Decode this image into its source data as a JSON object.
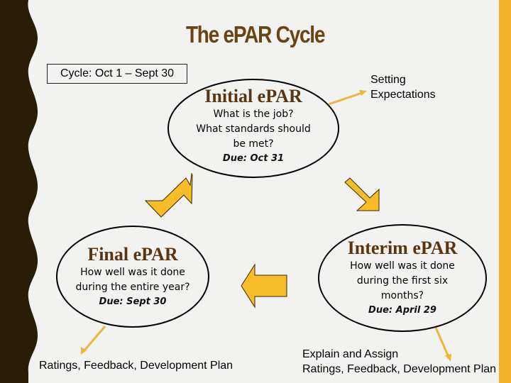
{
  "title": "The ePAR Cycle",
  "cycle_box": "Cycle: Oct 1 – Sept 30",
  "colors": {
    "background": "#f2f2f0",
    "left_band": "#2a1d08",
    "right_band": "#f4b12a",
    "arrow_fill": "#f7bd28",
    "title": "#6b4413",
    "ellipse_title": "#5a3510"
  },
  "nodes": {
    "initial": {
      "title": "Initial ePAR",
      "body": [
        "What is the job?",
        "What standards should",
        "be met?"
      ],
      "due": "Due: Oct 31"
    },
    "interim": {
      "title": "Interim ePAR",
      "body": [
        "How well was it done",
        "during the first six",
        "months?"
      ],
      "due": "Due: April 29"
    },
    "final": {
      "title": "Final ePAR",
      "body": [
        "How well was it done",
        "during the entire year?"
      ],
      "due": "Due: Sept 30"
    }
  },
  "callouts": {
    "setting": [
      "Setting",
      "Expectations"
    ],
    "final_out": "Ratings, Feedback, Development Plan",
    "interim_out": [
      "Explain and Assign",
      "Ratings, Feedback, Development Plan"
    ]
  }
}
